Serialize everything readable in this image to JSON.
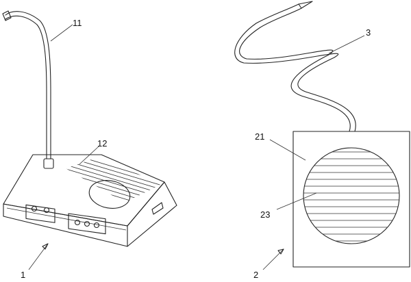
{
  "labels": {
    "base_unit": "1",
    "gooseneck": "11",
    "grille_top": "12",
    "speaker_unit": "2",
    "speaker_panel": "21",
    "speaker_grille": "23",
    "cable": "3"
  }
}
